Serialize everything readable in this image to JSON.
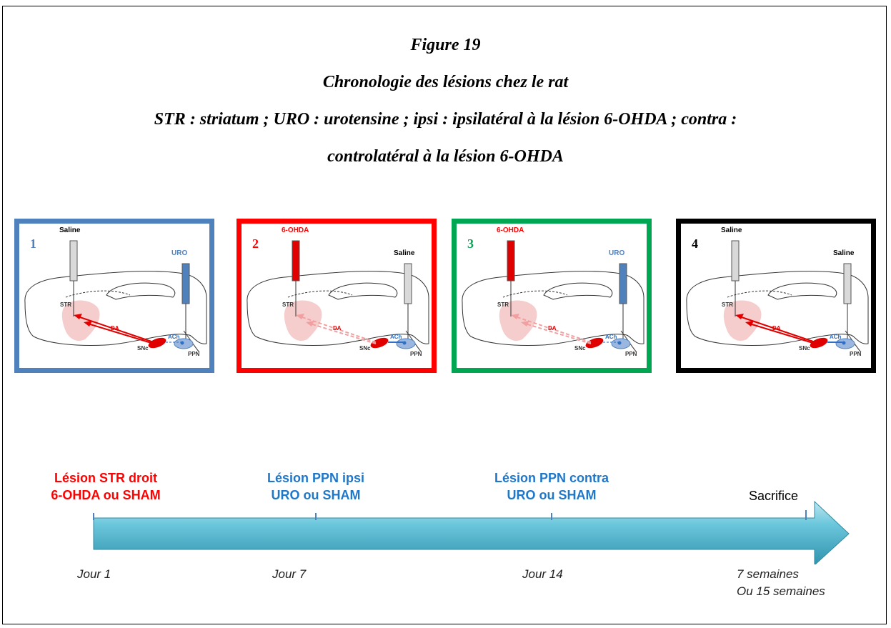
{
  "caption": {
    "figure": "Figure 19",
    "title": "Chronologie des lésions chez le rat",
    "legend_line1": "STR : striatum ; URO : urotensine ; ipsi : ipsilatéral à la lésion 6-OHDA ; contra :",
    "legend_line2": "controlatéral à la lésion 6-OHDA"
  },
  "structure_labels": {
    "str": "STR",
    "da": "DA",
    "ach": "ACh",
    "snc": "SNc",
    "ppn": "PPN"
  },
  "panels": [
    {
      "number": "1",
      "border_color": "#4f81bd",
      "number_color": "#4f81bd",
      "left_syringe": "Saline",
      "left_syringe_color": "#d9d9d9",
      "left_label_color": "#000000",
      "right_syringe": "URO",
      "right_syringe_color": "#4f81bd",
      "right_label_color": "#4f81bd",
      "da_pathway": "intact",
      "ach_pathway": "lesioned"
    },
    {
      "number": "2",
      "border_color": "#ff0000",
      "number_color": "#ff0000",
      "left_syringe": "6-OHDA",
      "left_syringe_color": "#e00000",
      "left_label_color": "#ff0000",
      "right_syringe": "Saline",
      "right_syringe_color": "#d9d9d9",
      "right_label_color": "#000000",
      "da_pathway": "lesioned",
      "ach_pathway": "intact"
    },
    {
      "number": "3",
      "border_color": "#00a651",
      "number_color": "#00a651",
      "left_syringe": "6-OHDA",
      "left_syringe_color": "#e00000",
      "left_label_color": "#ff0000",
      "right_syringe": "URO",
      "right_syringe_color": "#4f81bd",
      "right_label_color": "#4f81bd",
      "da_pathway": "lesioned",
      "ach_pathway": "lesioned"
    },
    {
      "number": "4",
      "border_color": "#000000",
      "number_color": "#000000",
      "left_syringe": "Saline",
      "left_syringe_color": "#d9d9d9",
      "left_label_color": "#000000",
      "right_syringe": "Saline",
      "right_syringe_color": "#d9d9d9",
      "right_label_color": "#000000",
      "da_pathway": "intact",
      "ach_pathway": "intact"
    }
  ],
  "timeline": {
    "arrow_color": "#4fb6cf",
    "events": [
      {
        "line1": "Lésion STR droit",
        "line2": "6-OHDA ou SHAM",
        "color": "#ff0000",
        "day": "Jour 1",
        "day2": ""
      },
      {
        "line1": "Lésion PPN ipsi",
        "line2": "URO ou SHAM",
        "color": "#1f77c9",
        "day": "Jour 7",
        "day2": ""
      },
      {
        "line1": "Lésion PPN contra",
        "line2": "URO ou SHAM",
        "color": "#1f77c9",
        "day": "Jour 14",
        "day2": ""
      },
      {
        "line1": "Sacrifice",
        "line2": "",
        "color": "#000000",
        "day": "7 semaines",
        "day2": "Ou 15 semaines"
      }
    ]
  }
}
